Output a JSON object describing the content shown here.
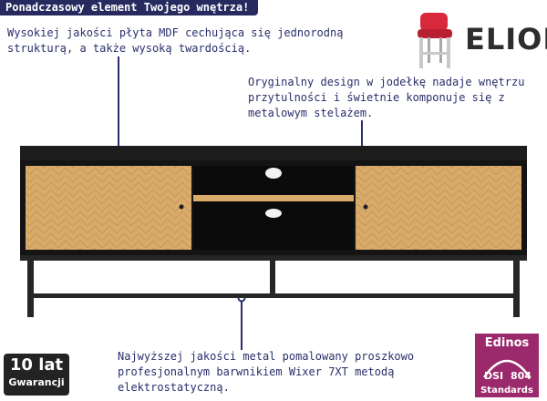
{
  "banner": {
    "text": "Ponadczasowy element Twojego wnętrza!"
  },
  "notes": {
    "material": [
      "Wysokiej jakości płyta MDF cechująca się jednorodną",
      "strukturą, a także wysoką twardością."
    ],
    "design": [
      "Oryginalny design w jodełkę nadaje wnętrzu",
      "przytulności i świetnie komponuje się z",
      "metalowym stelażem."
    ],
    "frame": [
      "Najwyższej jakości metal pomalowany proszkowo",
      "profesjonalnym barwnikiem Wixer 7XT metodą",
      "elektrostatyczną."
    ]
  },
  "logo": {
    "text": "ELIOR",
    "icon": "red-chair-icon"
  },
  "guarantee": {
    "top": "10 lat",
    "bottom": "Gwarancji"
  },
  "certificate": {
    "brand": "Edinos",
    "mark_left": "DSI",
    "mark_right": "804",
    "bottom": "Standards"
  },
  "colors": {
    "navy": "#262a5e",
    "text": "#2a2f6b",
    "oak": "#d9ab6b",
    "black": "#1d1d1d",
    "magenta": "#9b2a6c",
    "chair": "#d8283c"
  }
}
